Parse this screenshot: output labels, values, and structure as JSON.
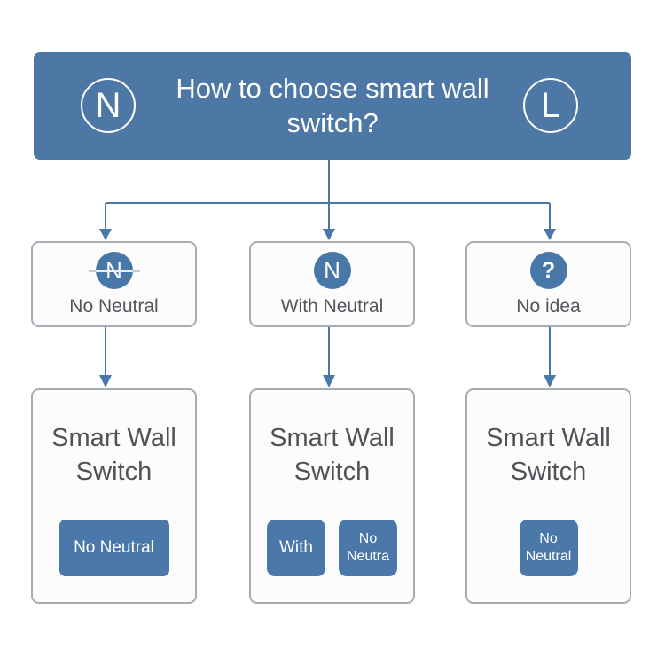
{
  "colors": {
    "header_blue": "#4d78a6",
    "button_blue": "#4a78a8",
    "connector_blue": "#4a79a9",
    "box_border_gray": "#a6acb3",
    "box_background": "#fcfcfd",
    "text_dark_gray": "#4f5357",
    "text_white": "#ffffff"
  },
  "header": {
    "badge_left": "N",
    "badge_right": "L",
    "title_line1": "How to choose smart wall",
    "title_line2": "switch?"
  },
  "options": [
    {
      "icon": "N",
      "icon_name": "no-neutral-wire-icon",
      "strikethrough": true,
      "label": "No Neutral"
    },
    {
      "icon": "N",
      "icon_name": "neutral-wire-icon",
      "strikethrough": false,
      "label": "With Neutral"
    },
    {
      "icon": "?",
      "icon_name": "question-icon",
      "strikethrough": false,
      "label": "No idea"
    }
  ],
  "results": [
    {
      "title_line1": "Smart Wall",
      "title_line2": "Switch",
      "buttons": [
        {
          "line1": "No Neutral",
          "line2": ""
        }
      ]
    },
    {
      "title_line1": "Smart Wall",
      "title_line2": "Switch",
      "buttons": [
        {
          "line1": "With",
          "line2": ""
        },
        {
          "line1": "No",
          "line2": "Neutra"
        }
      ]
    },
    {
      "title_line1": "Smart Wall",
      "title_line2": "Switch",
      "buttons": [
        {
          "line1": "No",
          "line2": "Neutral"
        }
      ]
    }
  ]
}
